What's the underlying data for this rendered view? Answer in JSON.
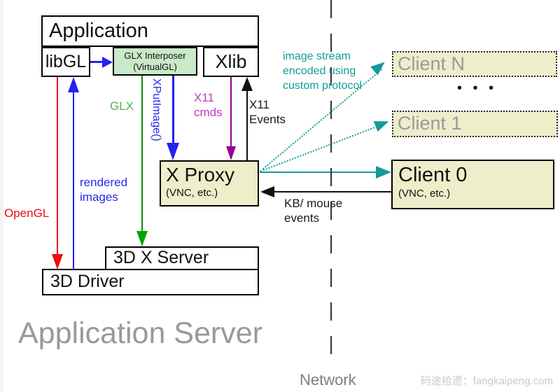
{
  "boxes": {
    "application": {
      "label": "Application"
    },
    "libgl": {
      "label": "libGL"
    },
    "glx_interposer": {
      "line1": "GLX Interposer",
      "line2": "(VirtualGL)"
    },
    "xlib": {
      "label": "Xlib"
    },
    "xproxy": {
      "title": "X Proxy",
      "subtitle": "(VNC, etc.)"
    },
    "x_server_3d": {
      "label": "3D X Server"
    },
    "driver_3d": {
      "label": "3D Driver"
    },
    "client_n": {
      "label": "Client N"
    },
    "client_1": {
      "label": "Client 1"
    },
    "client_0": {
      "title": "Client 0",
      "subtitle": "(VNC, etc.)"
    }
  },
  "labels": {
    "opengl": "OpenGL",
    "rendered_images": "rendered\nimages",
    "glx": "GLX",
    "xputimage": "XPutImage()",
    "x11_cmds": "X11\ncmds",
    "x11_events": "X11\nEvents",
    "image_stream": "image stream\nencoded using\ncustom protocol",
    "kb_mouse": "KB/ mouse\nevents",
    "ellipsis": "•  •  •",
    "application_server": "Application Server",
    "network": "Network",
    "watermark": "码途拾遗：fangkaipeng.com"
  },
  "colors": {
    "opengl_red": "#e81111",
    "image_blue": "#2222ee",
    "glx_green": "#079007",
    "x11_purple": "#920092",
    "stream_teal": "#149a9a",
    "box_khaki": "#eeeecb",
    "interposer_green": "#c9e9c9",
    "muted_gray": "#999999"
  }
}
